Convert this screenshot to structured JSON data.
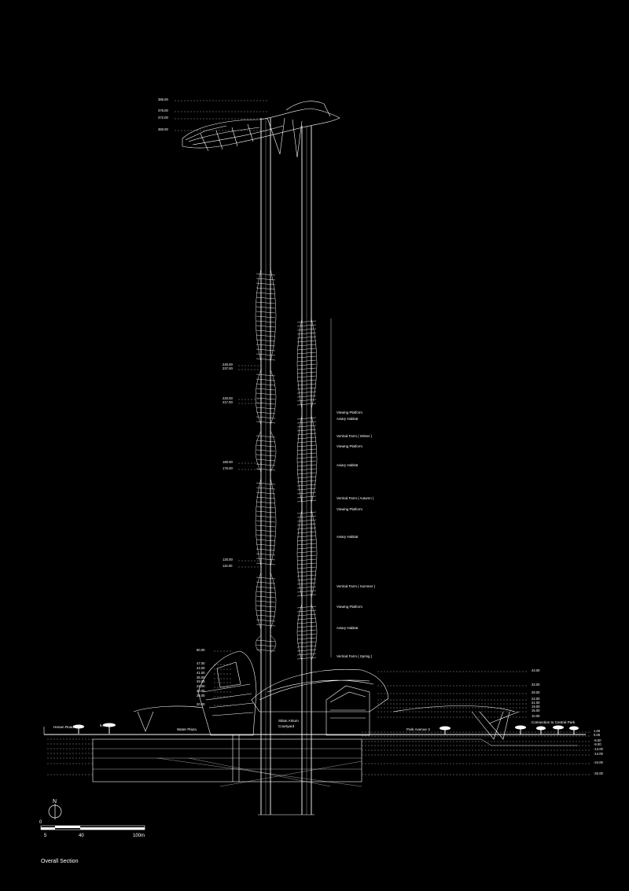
{
  "sheet": {
    "title": "Overall Section",
    "background": "#000000",
    "line_color": "#ffffff"
  },
  "north": {
    "letter": "N"
  },
  "scale": {
    "labels": [
      "0",
      "5",
      "40",
      "100m"
    ]
  },
  "levels_left": [
    "385.00",
    "375.00",
    "372.00",
    "360.00",
    "240.00",
    "237.00",
    "220.00",
    "217.00",
    "180.00",
    "175.00",
    "120.00",
    "115.00",
    "60.00",
    "47.00",
    "44.00",
    "41.00",
    "35.00",
    "29.00",
    "22.00",
    "29.00",
    "26.00",
    "20.00",
    "5.00"
  ],
  "levels_right": [
    "43.00",
    "33.00",
    "28.00",
    "24.00",
    "21.00",
    "19.00",
    "15.00",
    "10.00",
    "1.00",
    "0.00",
    "-6.00",
    "-9.00",
    "-12.00",
    "-14.00",
    "-24.00",
    "-32.00"
  ],
  "programs": [
    "Viewing Platform",
    "Aviary Habitat",
    "Vertical Farm ( Winter )",
    "Viewing Platform",
    "Aviary Habitat",
    "Vertical Farm ( Autumn )",
    "Viewing Platform",
    "Aviary Habitat",
    "Vertical Farm ( Summer )",
    "Viewing Platform",
    "Aviary Habitat",
    "Vertical Farm ( Spring )"
  ],
  "site_labels": {
    "road": "Henan Road",
    "water_plaza": "Water Plaza",
    "courtyard_1": "Sklan Atrium",
    "courtyard_2": "Courtyard",
    "park_avenue": "Park Avenue 3",
    "central_park": "Connection to Central Park"
  }
}
